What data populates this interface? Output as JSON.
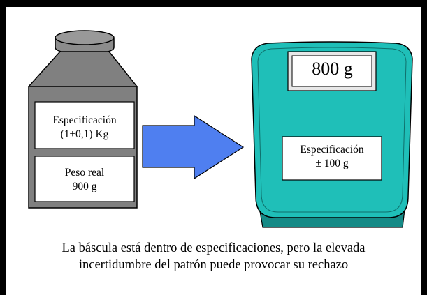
{
  "weight": {
    "spec_line1": "Especificación",
    "spec_line2": "(1±0,1) Kg",
    "real_line1": "Peso real",
    "real_line2": "900 g"
  },
  "scale": {
    "display": "800 g",
    "spec_line1": "Especificación",
    "spec_line2": "± 100 g"
  },
  "caption": {
    "line1": "La báscula está dentro de especificaciones, pero la elevada",
    "line2": "incertidumbre del patrón puede provocar su rechazo"
  },
  "colors": {
    "weight_body": "#808080",
    "weight_cap": "#8c8c8c",
    "arrow": "#4f7ff0",
    "scale_body": "#1fbfb8",
    "scale_base": "#158a86"
  }
}
